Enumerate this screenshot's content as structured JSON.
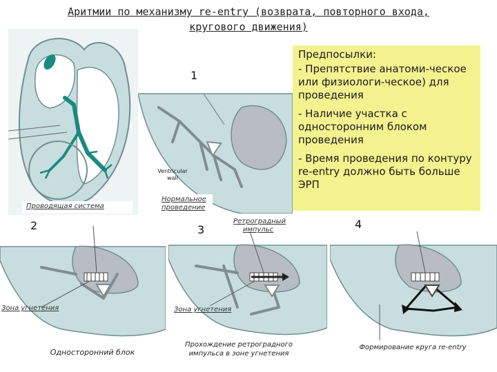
{
  "title": {
    "line1": "Аритмии по механизму re-entry (возврата, повторного входа,",
    "line2": "кругового движения)"
  },
  "note": {
    "header": "Предпосылки:",
    "items": [
      "- Препятствие анатоми-ческое или физиологи-ческое) для проведения",
      "- Наличие участка с односторонним блоком проведения",
      "- Время проведения по контуру re-entry должно быть больше ЭРП"
    ]
  },
  "panels": {
    "heart": {
      "caption": "Проводящая система"
    },
    "p1": {
      "number": "1",
      "label_wall": "Ventricular wall",
      "caption": "Нормальное проведение"
    },
    "p2": {
      "number": "2",
      "zone": "Зона угнетения",
      "caption": "Односторонний блок"
    },
    "p3": {
      "number": "3",
      "retro": "Ретроградный импульс",
      "zone": "Зона угнетения",
      "caption": "Прохождение ретроградного импульса в зоне угнетения"
    },
    "p4": {
      "number": "4",
      "caption": "Формирование круга re-entry"
    }
  },
  "colors": {
    "tissue": "#c8dede",
    "outline": "#6f8d92",
    "cavity": "#b7bdc2",
    "accent": "#1a8a82",
    "arrow": "#7f8d92",
    "note_bg": "#f4f28f"
  }
}
